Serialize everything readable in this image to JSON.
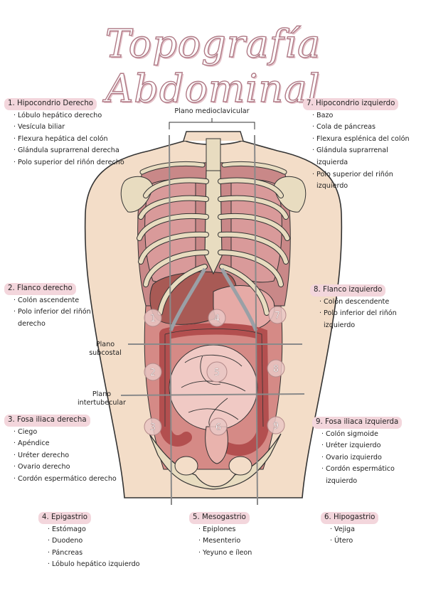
{
  "title": "Topografía Abdominal",
  "planes": {
    "midclavicular": "Plano medioclavicular",
    "subcostal_1": "Plano",
    "subcostal_2": "subcostal",
    "intertubercular_1": "Plano",
    "intertubercular_2": "intertubecular"
  },
  "region_numbers": [
    "1",
    "2",
    "3",
    "4",
    "5",
    "6",
    "7",
    "8",
    "9"
  ],
  "regions": [
    {
      "header": "1. Hipocondrio Derecho",
      "items": [
        "Lóbulo hepático derecho",
        "Vesícula biliar",
        "Flexura hepática del colón",
        "Glándula suprarrenal derecha",
        "Polo superior del riñón derecho"
      ]
    },
    {
      "header": "2. Flanco derecho",
      "items": [
        "Colón ascendente",
        "Polo inferior del riñón derecho"
      ]
    },
    {
      "header": "3. Fosa iliaca derecha",
      "items": [
        "Ciego",
        "Apéndice",
        "Uréter derecho",
        "Ovario derecho",
        "Cordón espermático derecho"
      ]
    },
    {
      "header": "4. Epigastrio",
      "items": [
        "Estómago",
        "Duodeno",
        "Páncreas",
        "Lóbulo hepático izquierdo"
      ]
    },
    {
      "header": "5. Mesogastrio",
      "items": [
        "Epiplones",
        "Mesenterio",
        "Yeyuno e íleon"
      ]
    },
    {
      "header": "6. Hipogastrio",
      "items": [
        "Vejiga",
        "Útero"
      ]
    },
    {
      "header": "7. Hipocondrio izquierdo",
      "items": [
        "Bazo",
        "Cola de páncreas",
        "Flexura esplénica del colón",
        "Glándula suprarrenal izquierda",
        "Polo superior del riñón izquierdo"
      ]
    },
    {
      "header": "8. Flanco izquierdo",
      "items": [
        "Colón descendente",
        "Polo inferior del riñón izquierdo"
      ]
    },
    {
      "header": "9. Fosa iliaca izquierda",
      "items": [
        "Colón sigmoide",
        "Uréter izquierdo",
        "Ovario izquierdo",
        "Cordón espermático izquierdo"
      ]
    }
  ],
  "colors": {
    "skin": "#f3ddc8",
    "bone": "#e8dcc0",
    "muscle": "#c46a6a",
    "organ": "#e9b3ad",
    "header_bg": "#f3d6dc",
    "plane_line": "#8a8a8a",
    "number_circle": "#e9c7c4"
  }
}
